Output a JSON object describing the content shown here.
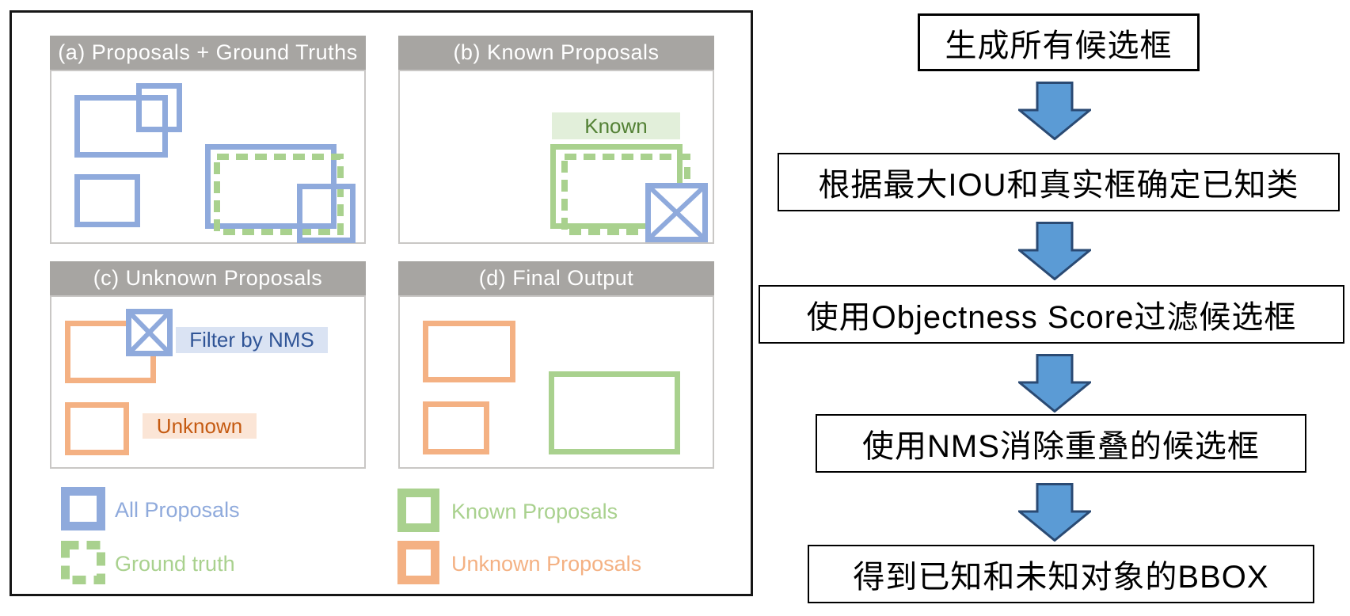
{
  "figure": {
    "panels": {
      "a": {
        "title": "(a) Proposals + Ground Truths"
      },
      "b": {
        "title": "(b) Known Proposals",
        "known_label": "Known"
      },
      "c": {
        "title": "(c) Unknown Proposals",
        "filter_label": "Filter by NMS",
        "unknown_label": "Unknown"
      },
      "d": {
        "title": "(d) Final Output"
      }
    },
    "legend": {
      "all_proposals": "All Proposals",
      "ground_truth": "Ground truth",
      "known_proposals": "Known Proposals",
      "unknown_proposals": "Unknown Proposals"
    }
  },
  "flowchart": {
    "steps": [
      {
        "label": "生成所有候选框"
      },
      {
        "label": "根据最大IOU和真实框确定已知类"
      },
      {
        "label": "使用Objectness Score过滤候选框"
      },
      {
        "label": "使用NMS消除重叠的候选框"
      },
      {
        "label": "得到已知和未知对象的BBOX"
      }
    ]
  },
  "colors": {
    "proposal-blue": "#8faadc",
    "ground-truth-green": "#a9d18e",
    "unknown-orange": "#f4b183",
    "title-bar-gray": "#a7a5a2",
    "known-bg": "#e2efda",
    "known-text": "#538135",
    "nms-bg": "#dae3f3",
    "nms-text": "#2f5496",
    "unknown-bg": "#fbe5d6",
    "unknown-text": "#c55a11",
    "arrow-fill": "#5b9bd5",
    "arrow-stroke": "#2a4a73"
  }
}
